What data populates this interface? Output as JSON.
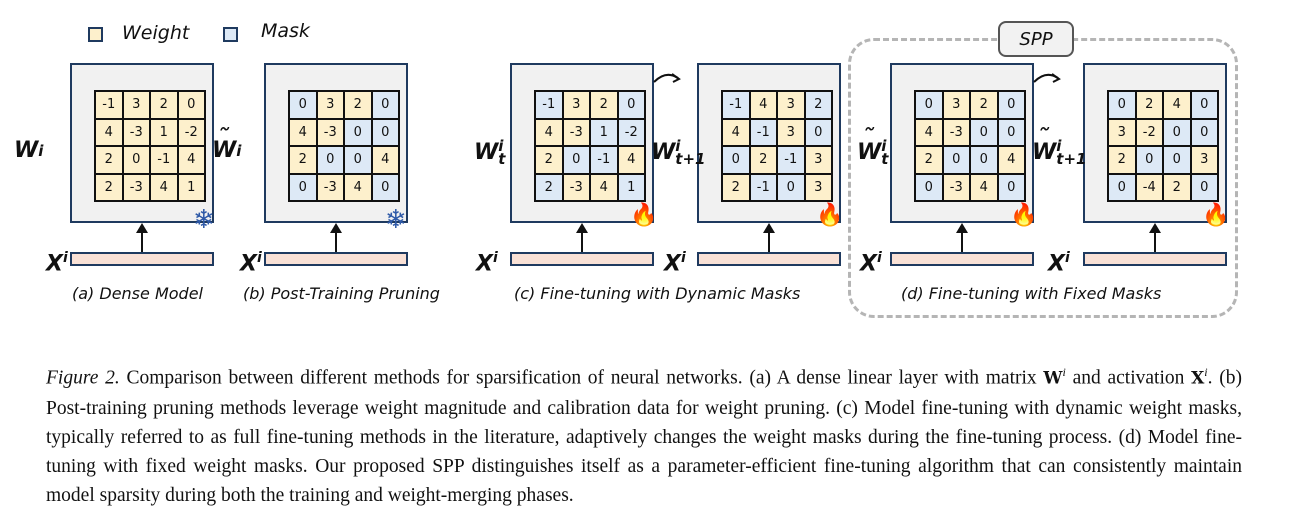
{
  "legend": {
    "weight_label": "Weight",
    "mask_label": "Mask",
    "weight_color": "#fdf0cc",
    "mask_color": "#dde9f6"
  },
  "spp_tag": "SPP",
  "panels": [
    {
      "id": "a",
      "matrix_label": {
        "base": "W",
        "tilde": false,
        "sup": "i",
        "sub": ""
      },
      "values": [
        [
          -1,
          3,
          2,
          0
        ],
        [
          4,
          -3,
          1,
          -2
        ],
        [
          2,
          0,
          -1,
          4
        ],
        [
          2,
          -3,
          4,
          1
        ]
      ],
      "types": [
        [
          "w",
          "w",
          "w",
          "w"
        ],
        [
          "w",
          "w",
          "w",
          "w"
        ],
        [
          "w",
          "w",
          "w",
          "w"
        ],
        [
          "w",
          "w",
          "w",
          "w"
        ]
      ],
      "status_icon": "snowflake-icon",
      "input_label": {
        "base": "X",
        "sup": "i"
      }
    },
    {
      "id": "b",
      "matrix_label": {
        "base": "W",
        "tilde": true,
        "sup": "i",
        "sub": ""
      },
      "values": [
        [
          0,
          3,
          2,
          0
        ],
        [
          4,
          -3,
          0,
          0
        ],
        [
          2,
          0,
          0,
          4
        ],
        [
          0,
          -3,
          4,
          0
        ]
      ],
      "types": [
        [
          "m",
          "w",
          "w",
          "m"
        ],
        [
          "w",
          "w",
          "m",
          "m"
        ],
        [
          "w",
          "m",
          "m",
          "w"
        ],
        [
          "m",
          "w",
          "w",
          "m"
        ]
      ],
      "status_icon": "snowflake-icon",
      "input_label": {
        "base": "X",
        "sup": "i"
      }
    },
    {
      "id": "c1",
      "matrix_label": {
        "base": "W",
        "tilde": false,
        "sup": "i",
        "sub": "t"
      },
      "values": [
        [
          -1,
          3,
          2,
          0
        ],
        [
          4,
          -3,
          1,
          -2
        ],
        [
          2,
          0,
          -1,
          4
        ],
        [
          2,
          -3,
          4,
          1
        ]
      ],
      "types": [
        [
          "m",
          "w",
          "w",
          "m"
        ],
        [
          "w",
          "w",
          "m",
          "m"
        ],
        [
          "w",
          "m",
          "m",
          "w"
        ],
        [
          "m",
          "w",
          "w",
          "m"
        ]
      ],
      "status_icon": "fire-icon",
      "input_label": {
        "base": "X",
        "sup": "i"
      }
    },
    {
      "id": "c2",
      "matrix_label": {
        "base": "W",
        "tilde": false,
        "sup": "i",
        "sub": "t+1"
      },
      "values": [
        [
          -1,
          4,
          3,
          2
        ],
        [
          4,
          -1,
          3,
          0
        ],
        [
          0,
          2,
          -1,
          3
        ],
        [
          2,
          -1,
          0,
          3
        ]
      ],
      "types": [
        [
          "m",
          "w",
          "w",
          "m"
        ],
        [
          "w",
          "m",
          "w",
          "m"
        ],
        [
          "m",
          "w",
          "m",
          "w"
        ],
        [
          "w",
          "m",
          "m",
          "w"
        ]
      ],
      "status_icon": "fire-icon",
      "input_label": {
        "base": "X",
        "sup": "i"
      }
    },
    {
      "id": "d1",
      "matrix_label": {
        "base": "W",
        "tilde": true,
        "sup": "i",
        "sub": "t"
      },
      "values": [
        [
          0,
          3,
          2,
          0
        ],
        [
          4,
          -3,
          0,
          0
        ],
        [
          2,
          0,
          0,
          4
        ],
        [
          0,
          -3,
          4,
          0
        ]
      ],
      "types": [
        [
          "m",
          "w",
          "w",
          "m"
        ],
        [
          "w",
          "w",
          "m",
          "m"
        ],
        [
          "w",
          "m",
          "m",
          "w"
        ],
        [
          "m",
          "w",
          "w",
          "m"
        ]
      ],
      "status_icon": "fire-icon",
      "input_label": {
        "base": "X",
        "sup": "i"
      }
    },
    {
      "id": "d2",
      "matrix_label": {
        "base": "W",
        "tilde": true,
        "sup": "i",
        "sub": "t+1"
      },
      "values": [
        [
          0,
          2,
          4,
          0
        ],
        [
          3,
          -2,
          0,
          0
        ],
        [
          2,
          0,
          0,
          3
        ],
        [
          0,
          -4,
          2,
          0
        ]
      ],
      "types": [
        [
          "m",
          "w",
          "w",
          "m"
        ],
        [
          "w",
          "w",
          "m",
          "m"
        ],
        [
          "w",
          "m",
          "m",
          "w"
        ],
        [
          "m",
          "w",
          "w",
          "m"
        ]
      ],
      "status_icon": "fire-icon",
      "input_label": {
        "base": "X",
        "sup": "i"
      }
    }
  ],
  "subcaptions": {
    "a": "(a) Dense Model",
    "b": "(b) Post-Training Pruning",
    "c": "(c) Fine-tuning with Dynamic Masks",
    "d": "(d) Fine-tuning with Fixed Masks"
  },
  "caption": {
    "figure_label": "Figure 2.",
    "part1": " Comparison between different methods for sparsification of neural networks. (a) A dense linear layer with matrix ",
    "mat_w": "W",
    "mat_w_sup": "i",
    "part2": " and activation ",
    "mat_x": "X",
    "mat_x_sup": "i",
    "part3": ". (b) Post-training pruning methods leverage weight magnitude and calibration data for weight pruning. (c) Model fine-tuning with dynamic weight masks, typically referred to as full fine-tuning methods in the literature, adaptively changes the weight masks during the fine-tuning process. (d) Model fine-tuning with fixed weight masks. Our proposed SPP distinguishes itself as a parameter-efficient fine-tuning algorithm that can consistently maintain model sparsity during both the training and weight-merging phases."
  }
}
